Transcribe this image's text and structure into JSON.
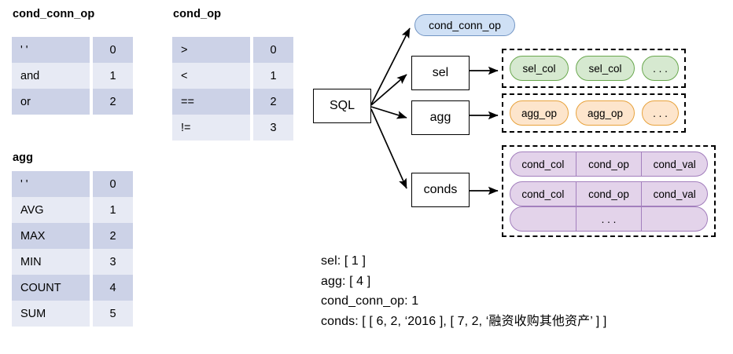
{
  "tables": [
    {
      "id": "cond_conn_op",
      "title": "cond_conn_op",
      "rows": [
        {
          "label": "' '",
          "value": "0"
        },
        {
          "label": "and",
          "value": "1"
        },
        {
          "label": "or",
          "value": "2"
        }
      ]
    },
    {
      "id": "cond_op",
      "title": "cond_op",
      "rows": [
        {
          "label": ">",
          "value": "0"
        },
        {
          "label": "<",
          "value": "1"
        },
        {
          "label": "==",
          "value": "2"
        },
        {
          "label": "!=",
          "value": "3"
        }
      ]
    },
    {
      "id": "agg",
      "title": "agg",
      "rows": [
        {
          "label": "' '",
          "value": "0"
        },
        {
          "label": "AVG",
          "value": "1"
        },
        {
          "label": "MAX",
          "value": "2"
        },
        {
          "label": "MIN",
          "value": "3"
        },
        {
          "label": "COUNT",
          "value": "4"
        },
        {
          "label": "SUM",
          "value": "5"
        }
      ]
    }
  ],
  "diagram": {
    "root": "SQL",
    "nodes": {
      "sel": "sel",
      "agg": "agg",
      "conds": "conds"
    },
    "cond_conn_op_pill": "cond_conn_op",
    "sel_items": [
      "sel_col",
      "sel_col",
      ". . ."
    ],
    "agg_items": [
      "agg_op",
      "agg_op",
      ". . ."
    ],
    "cond_rows": [
      [
        "cond_col",
        "cond_op",
        "cond_val"
      ],
      [
        "cond_col",
        "cond_op",
        "cond_val"
      ],
      [
        "",
        ". . .",
        ""
      ]
    ],
    "colors": {
      "cond_conn_op_fill": "#cfe0f5",
      "cond_conn_op_stroke": "#7295c4",
      "sel_fill": "#d6e9d0",
      "sel_stroke": "#6aa84f",
      "agg_fill": "#fde5cc",
      "agg_stroke": "#e8a33d",
      "conds_fill": "#e3d3ea",
      "conds_stroke": "#a37fbd",
      "table_row_dark": "#ccd2e7",
      "table_row_light": "#e7eaf4"
    }
  },
  "example": {
    "lines": [
      "sel: [ 1 ]",
      "agg: [ 4 ]",
      "cond_conn_op: 1",
      "conds: [ [ 6, 2, ‘2016 ], [ 7, 2, ‘融资收购其他资产’ ] ]"
    ]
  }
}
